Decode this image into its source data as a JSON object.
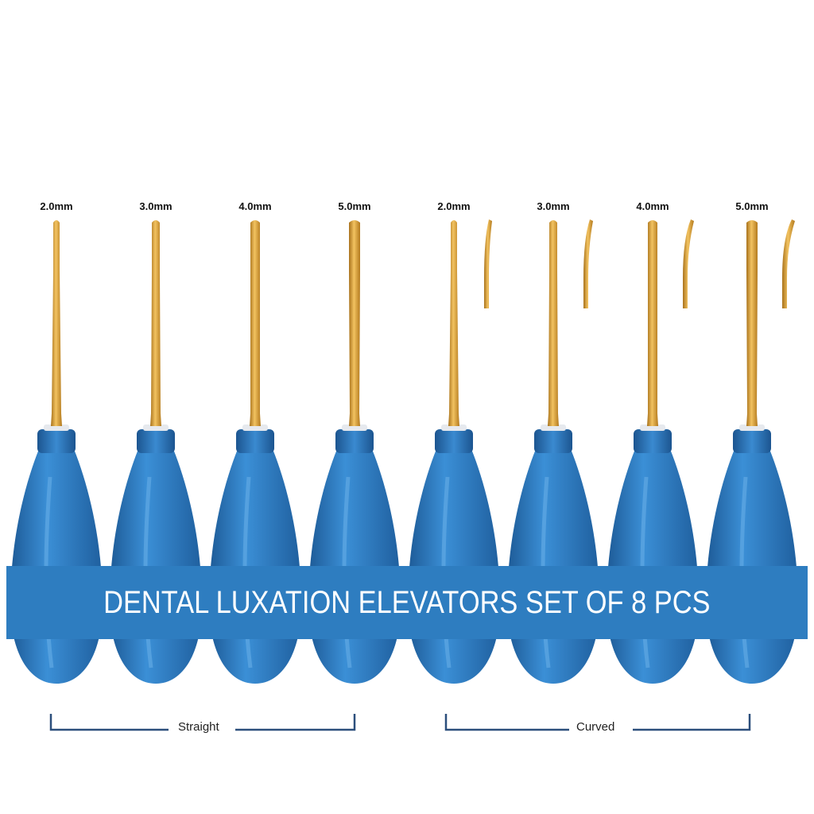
{
  "banner": {
    "title": "DENTAL LUXATION ELEVATORS SET OF 8 PCS"
  },
  "groups": {
    "straight": "Straight",
    "curved": "Curved"
  },
  "instruments": [
    {
      "size": "2.0mm",
      "type": "straight"
    },
    {
      "size": "3.0mm",
      "type": "straight"
    },
    {
      "size": "4.0mm",
      "type": "straight"
    },
    {
      "size": "5.0mm",
      "type": "straight"
    },
    {
      "size": "2.0mm",
      "type": "curved"
    },
    {
      "size": "3.0mm",
      "type": "curved"
    },
    {
      "size": "4.0mm",
      "type": "curved"
    },
    {
      "size": "5.0mm",
      "type": "curved"
    }
  ],
  "colors": {
    "handle": "#2f7fc4",
    "handle_dark": "#1d5a96",
    "blade_gold": "#d9a03a",
    "blade_dark": "#a8721c",
    "banner": "#2e7dc0",
    "bracket": "#2c4f7c"
  }
}
